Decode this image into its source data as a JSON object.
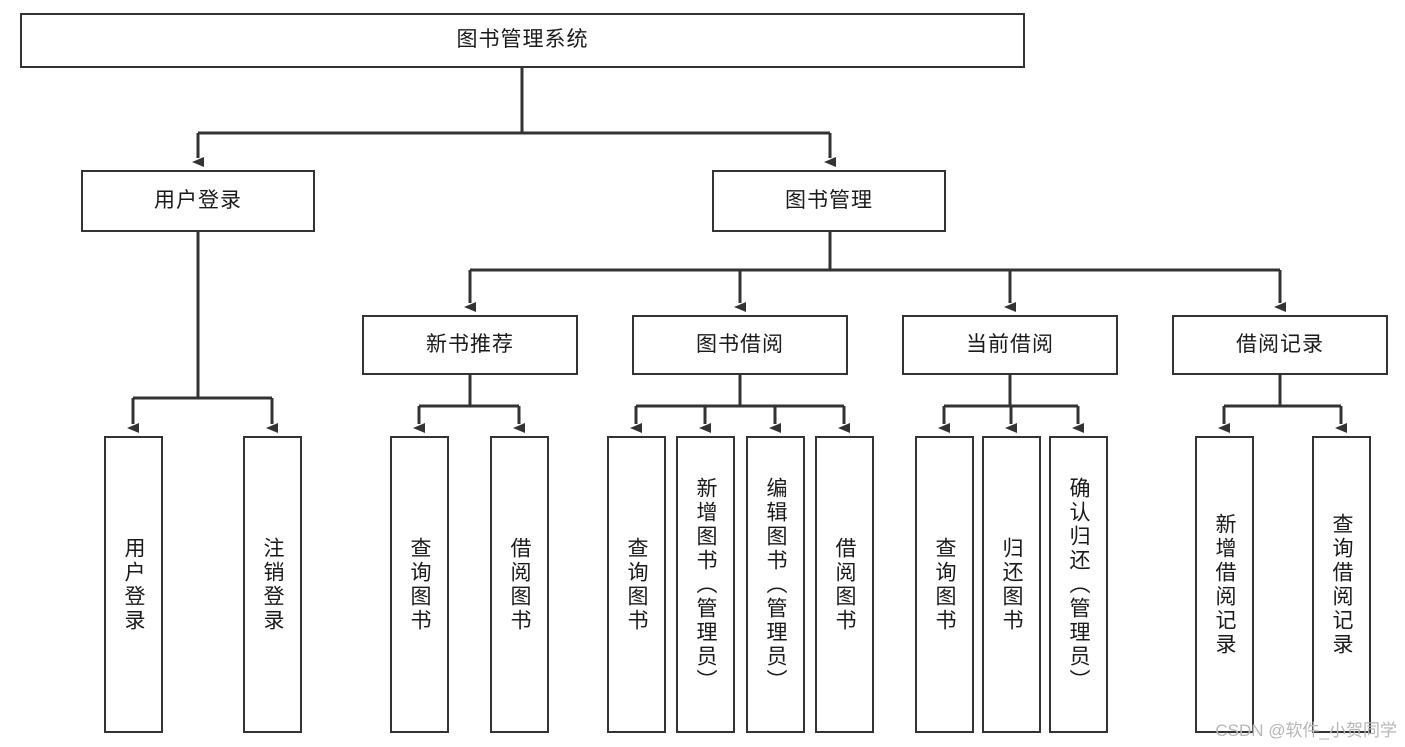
{
  "diagram": {
    "type": "tree",
    "title": "图书管理系统",
    "watermark": "CSDN @软件_小贺同学",
    "colors": {
      "border": "#333333",
      "background": "#ffffff",
      "text": "#1a1a1a",
      "watermark": "#b6b6b6"
    },
    "levels": {
      "root": {
        "label": "图书管理系统"
      },
      "level2": [
        {
          "label": "用户登录"
        },
        {
          "label": "图书管理"
        }
      ],
      "level3": [
        {
          "label": "新书推荐"
        },
        {
          "label": "图书借阅"
        },
        {
          "label": "当前借阅"
        },
        {
          "label": "借阅记录"
        }
      ],
      "leaves": [
        {
          "label": "用户登录"
        },
        {
          "label": "注销登录"
        },
        {
          "label": "查询图书"
        },
        {
          "label": "借阅图书"
        },
        {
          "label": "查询图书"
        },
        {
          "label": "新增图书（管理员）"
        },
        {
          "label": "编辑图书（管理员）"
        },
        {
          "label": "借阅图书"
        },
        {
          "label": "查询图书"
        },
        {
          "label": "归还图书"
        },
        {
          "label": "确认归还（管理员）"
        },
        {
          "label": "新增借阅记录"
        },
        {
          "label": "查询借阅记录"
        }
      ]
    }
  }
}
